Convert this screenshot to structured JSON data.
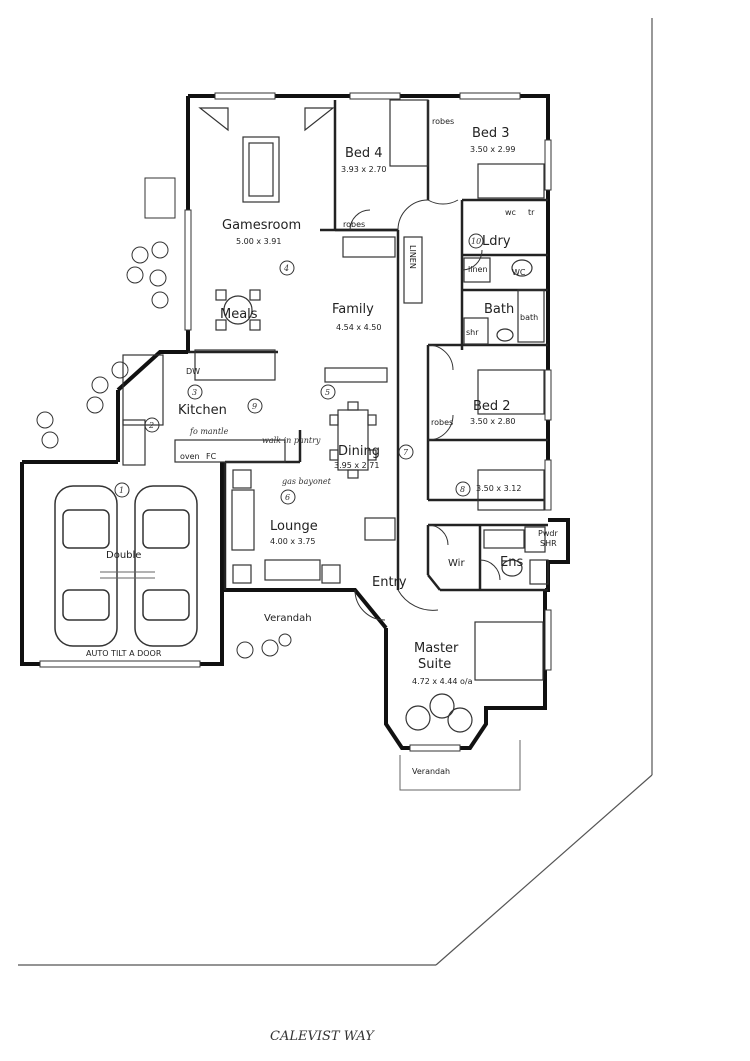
{
  "rooms": {
    "bed4": {
      "name": "Bed 4",
      "dims": "3.93 x 2.70"
    },
    "bed3": {
      "name": "Bed 3",
      "dims": "3.50 x 2.99"
    },
    "gamesroom": {
      "name": "Gamesroom",
      "dims": "5.00 x 3.91"
    },
    "family": {
      "name": "Family",
      "dims": "4.54 x 4.50"
    },
    "meals": {
      "name": "Meals"
    },
    "kitchen": {
      "name": "Kitchen"
    },
    "dining": {
      "name": "Dining",
      "dims": "3.95 x 2.71"
    },
    "lounge": {
      "name": "Lounge",
      "dims": "4.00 x 3.75"
    },
    "bed2": {
      "name": "Bed 2",
      "dims": "3.50 x 2.80"
    },
    "bed1": {
      "dims": "3.50 x 3.12"
    },
    "ldry": {
      "name": "Ldry"
    },
    "bath": {
      "name": "Bath"
    },
    "ens": {
      "name": "Ens"
    },
    "wir": {
      "name": "Wir"
    },
    "entry": {
      "name": "Entry"
    },
    "verandah_front": {
      "name": "Verandah"
    },
    "verandah_rear": {
      "name": "Verandah"
    },
    "master": {
      "name_line1": "Master",
      "name_line2": "Suite",
      "dims": "4.72 x 4.44 o/a"
    },
    "garage": {
      "name": "Double",
      "door": "AUTO TILT A DOOR"
    }
  },
  "fixtures": {
    "robes": "robes",
    "linen": "linen",
    "linen_cupboard": "LINEN",
    "oven": "oven",
    "fc": "FC",
    "dw": "DW",
    "shr": "shr",
    "bath_tub": "bath",
    "wc": "WC",
    "wc_short": "wc",
    "tr": "tr",
    "pwdr": "Pwdr",
    "snr": "SHR",
    "walk_in_pantry": "walk in pantry",
    "fo_mantle": "fo mantle"
  },
  "annotations": {
    "marks": [
      "1",
      "2",
      "3",
      "4",
      "5",
      "6",
      "7",
      "8",
      "9",
      "10"
    ],
    "gas_bayonet": "gas bayonet",
    "street": "CALEVIST WAY"
  }
}
